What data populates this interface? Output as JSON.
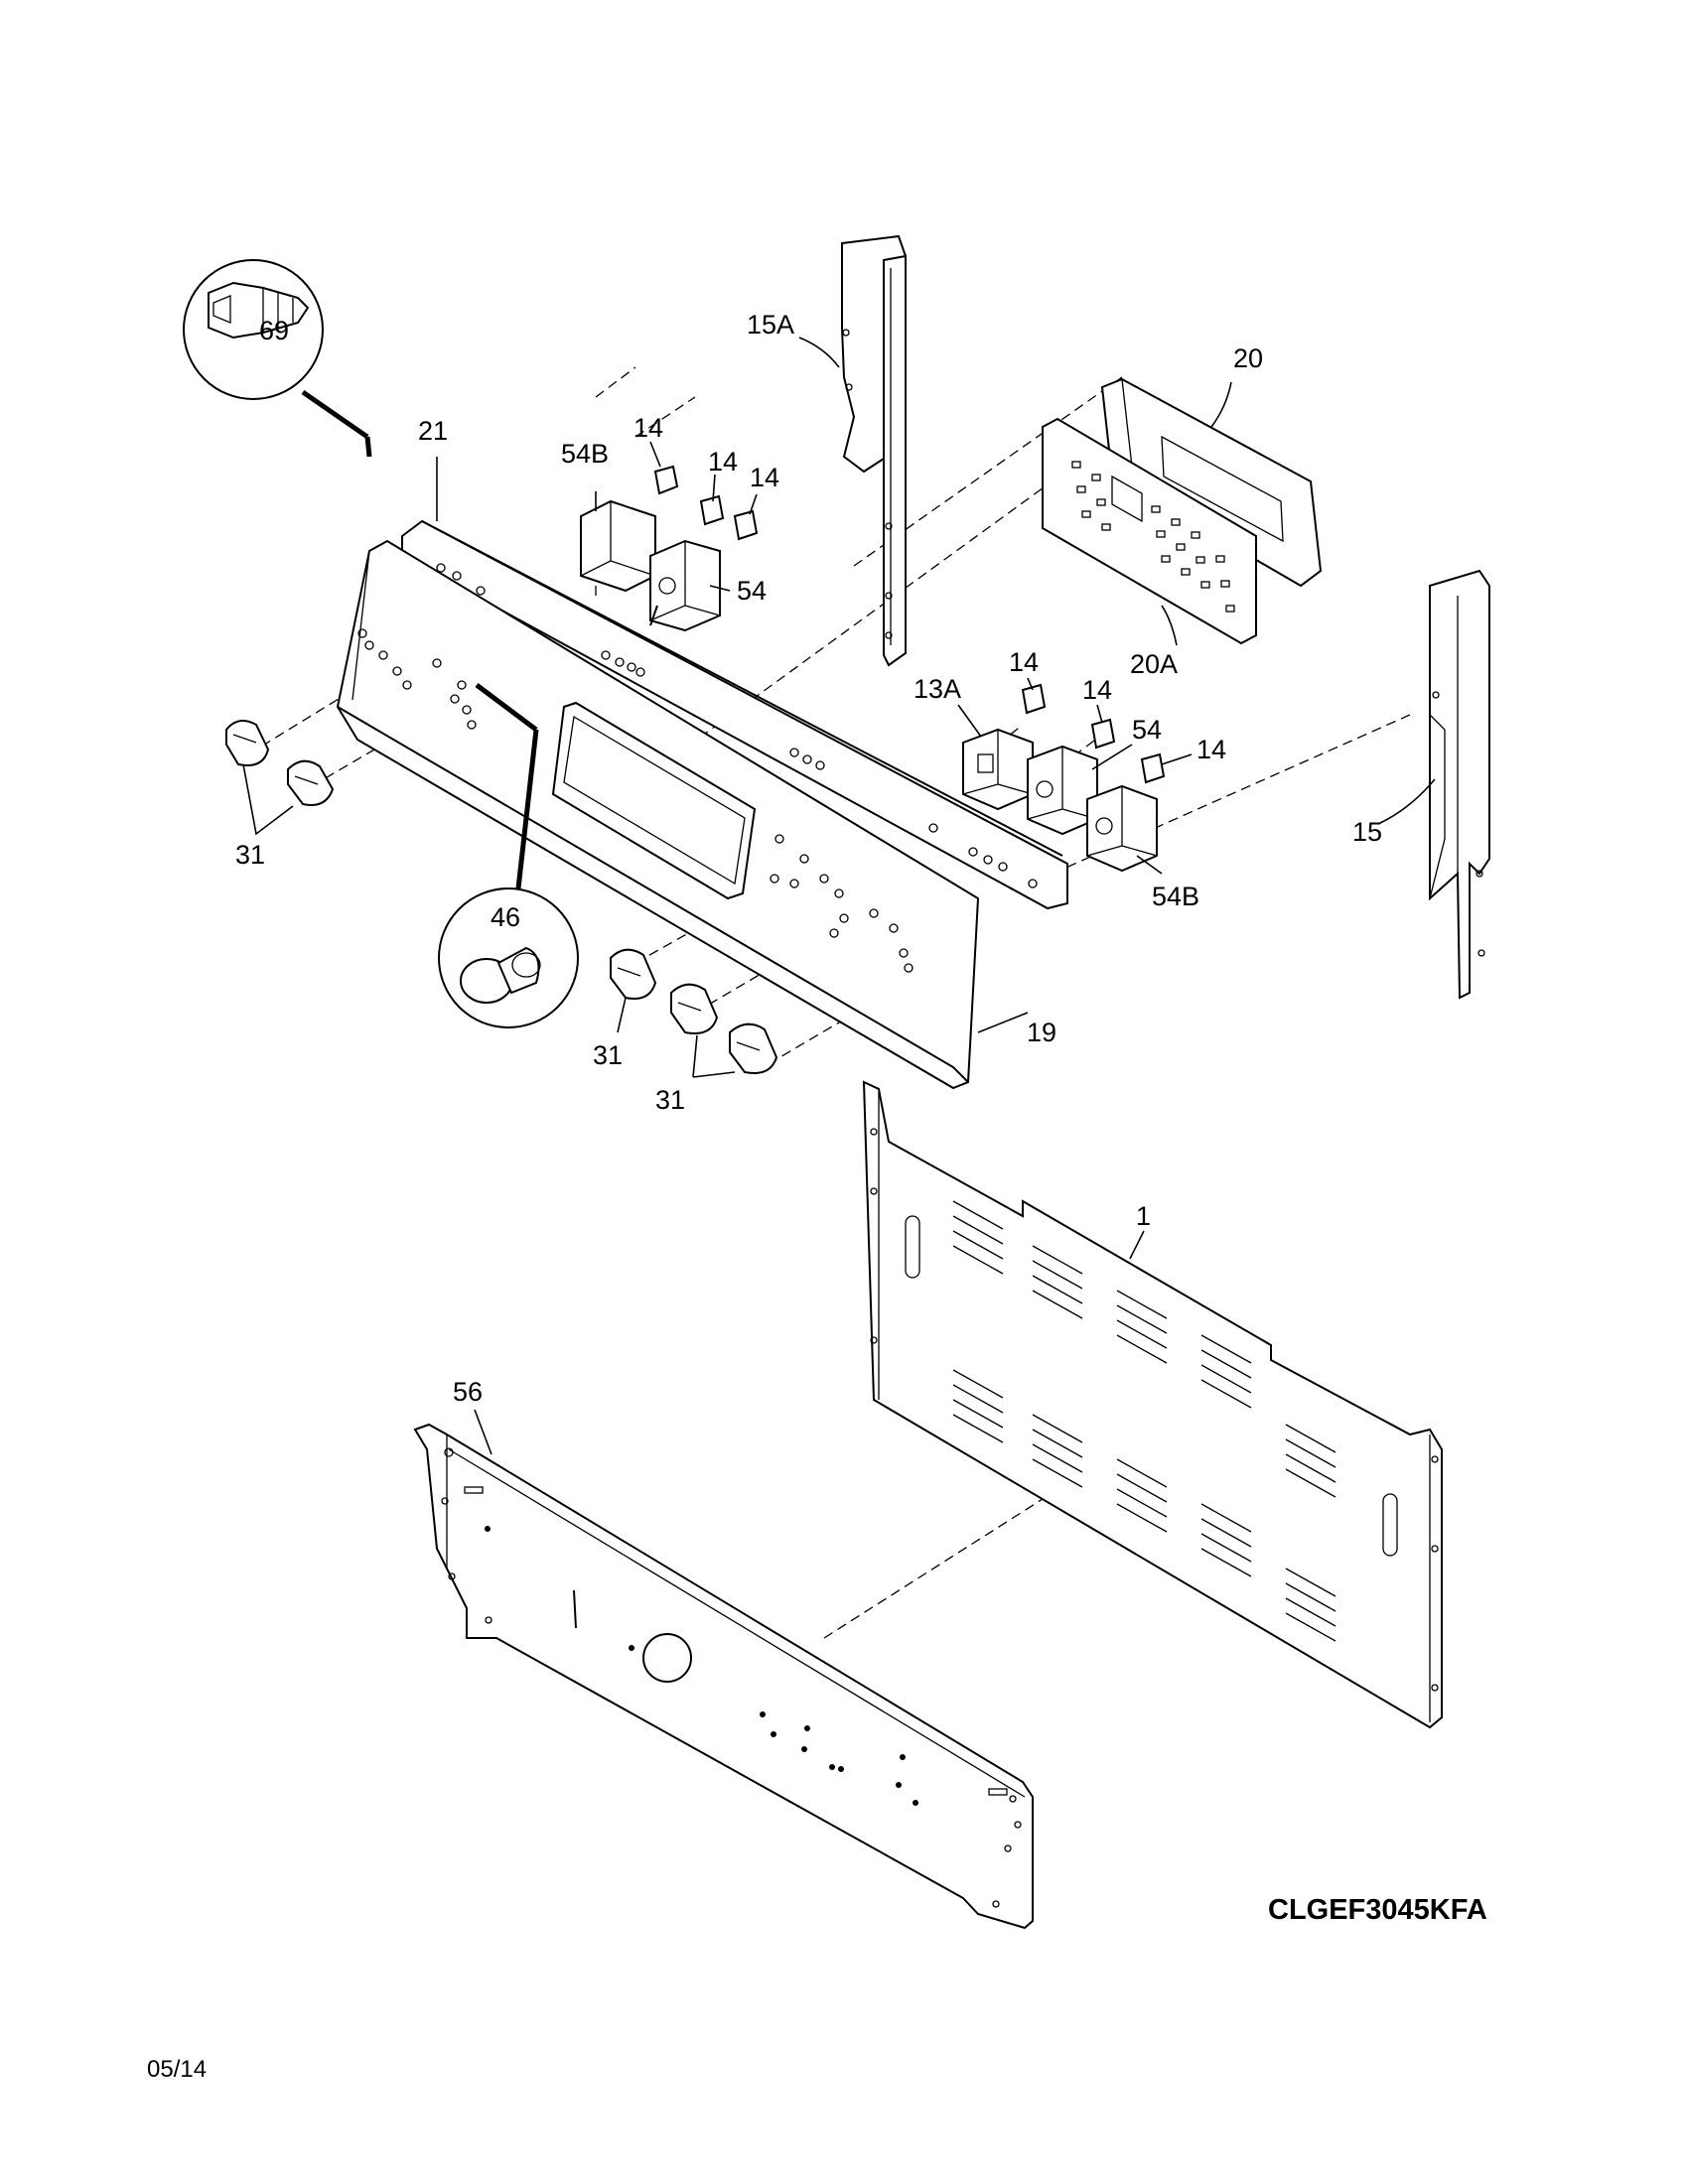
{
  "diagram": {
    "model_number": "CLGEF3045KFA",
    "date_code": "05/14",
    "callouts": [
      {
        "id": "c-15a",
        "text": "15A"
      },
      {
        "id": "c-20",
        "text": "20"
      },
      {
        "id": "c-21",
        "text": "21"
      },
      {
        "id": "c-54b-top",
        "text": "54B"
      },
      {
        "id": "c-14-a",
        "text": "14"
      },
      {
        "id": "c-14-b",
        "text": "14"
      },
      {
        "id": "c-14-c",
        "text": "14"
      },
      {
        "id": "c-69",
        "text": "69"
      },
      {
        "id": "c-54-top",
        "text": "54"
      },
      {
        "id": "c-20a",
        "text": "20A"
      },
      {
        "id": "c-14-d",
        "text": "14"
      },
      {
        "id": "c-13a",
        "text": "13A"
      },
      {
        "id": "c-14-e",
        "text": "14"
      },
      {
        "id": "c-54-mid",
        "text": "54"
      },
      {
        "id": "c-14-f",
        "text": "14"
      },
      {
        "id": "c-31-left",
        "text": "31"
      },
      {
        "id": "c-15",
        "text": "15"
      },
      {
        "id": "c-54b-mid",
        "text": "54B"
      },
      {
        "id": "c-46",
        "text": "46"
      },
      {
        "id": "c-31-mid",
        "text": "31"
      },
      {
        "id": "c-19",
        "text": "19"
      },
      {
        "id": "c-31-bottom",
        "text": "31"
      },
      {
        "id": "c-1",
        "text": "1"
      },
      {
        "id": "c-56",
        "text": "56"
      }
    ]
  }
}
